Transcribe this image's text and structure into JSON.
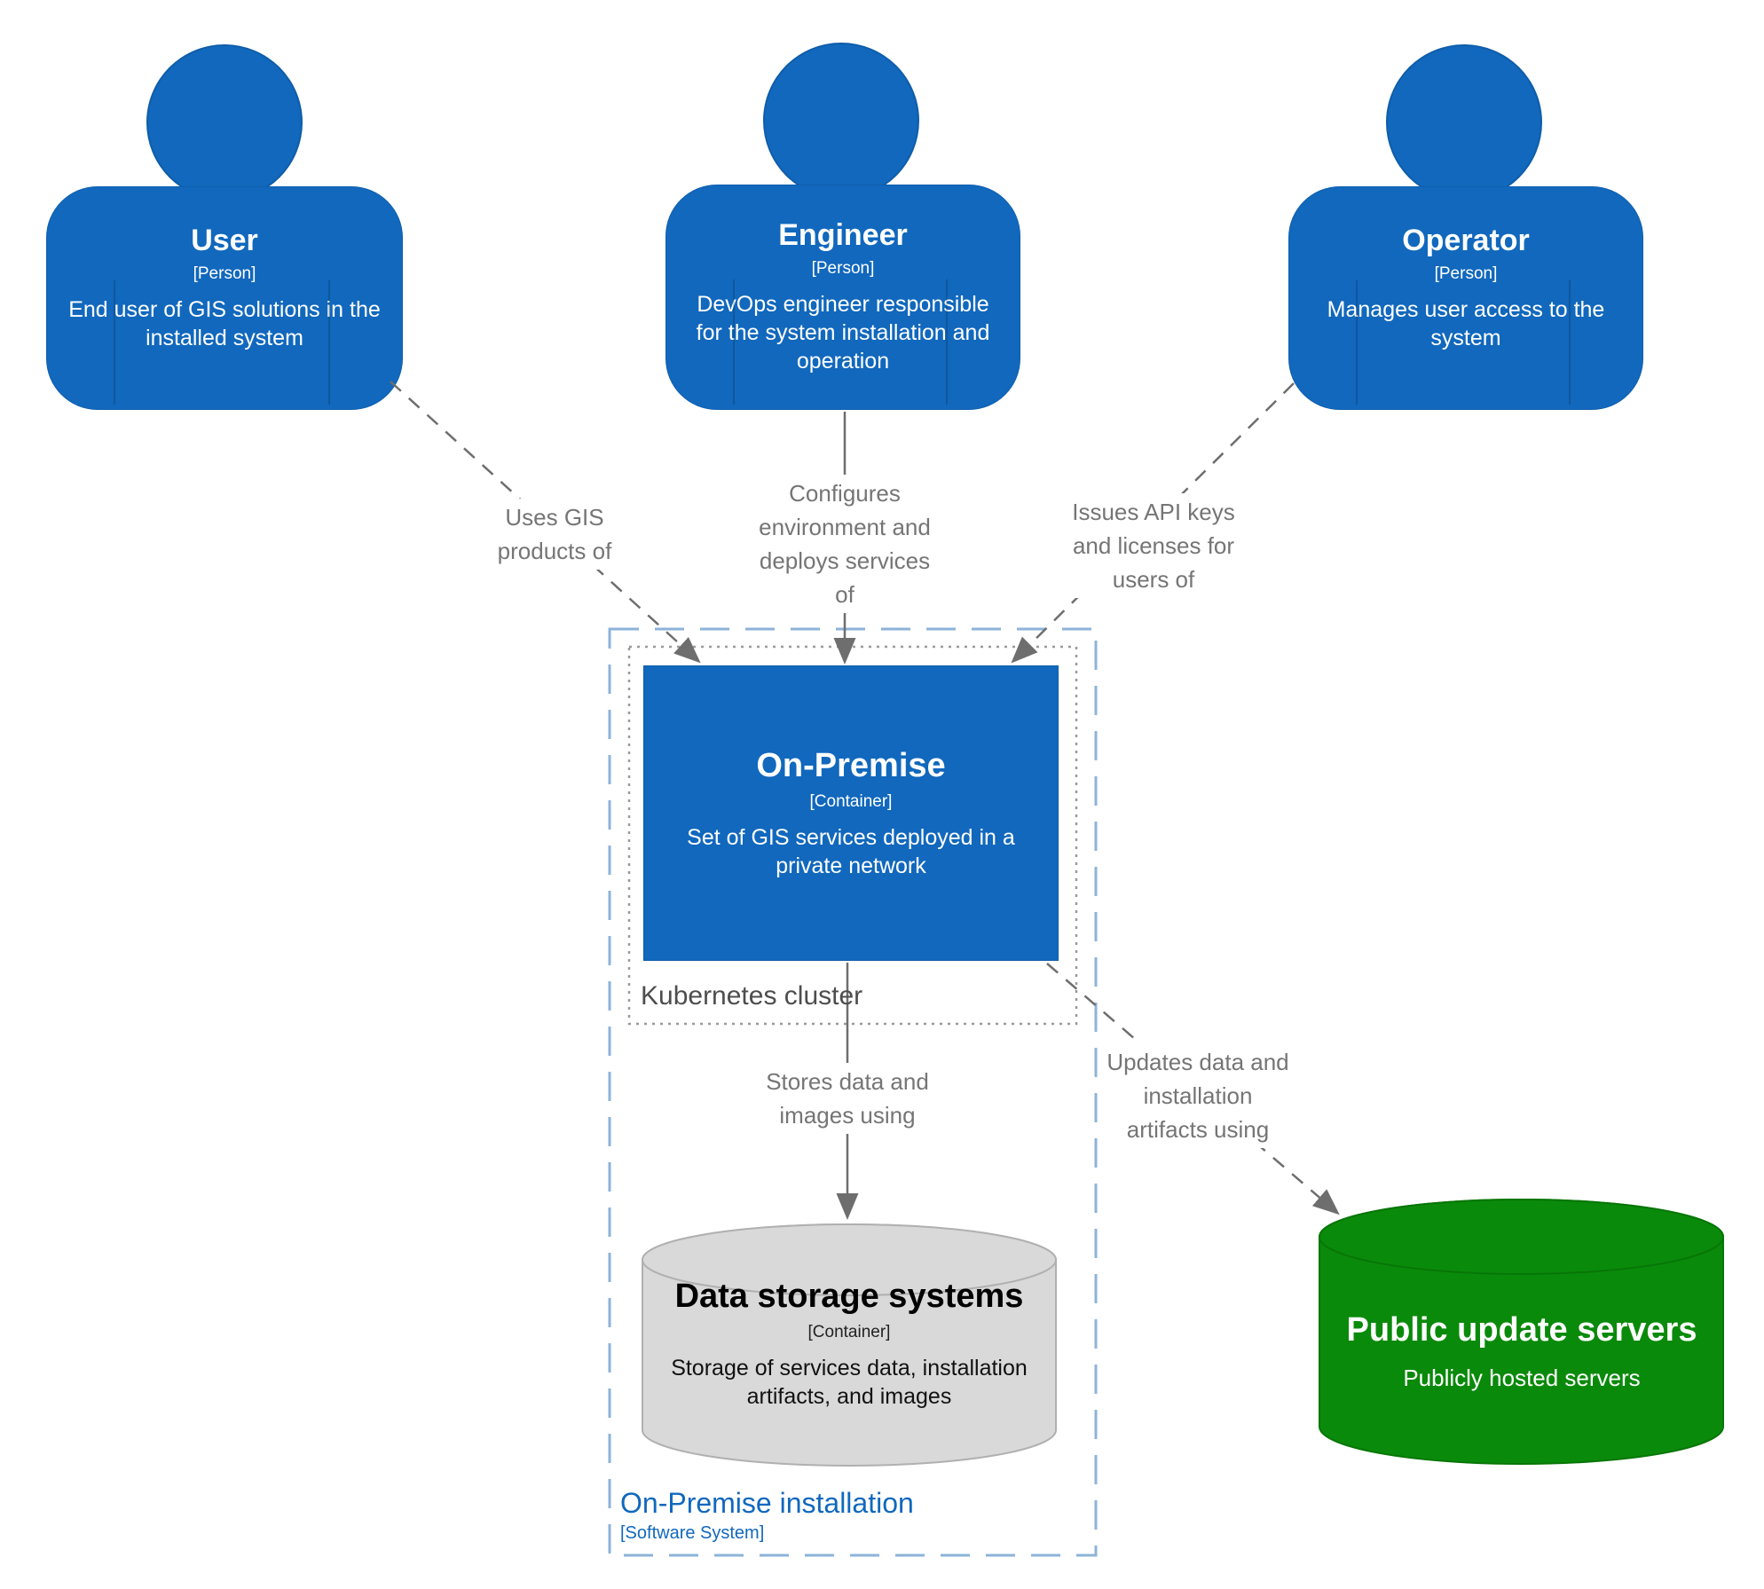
{
  "diagram": {
    "actors": [
      {
        "name": "User",
        "meta": "[Person]",
        "description": "End user of GIS solutions in the\ninstalled system"
      },
      {
        "name": "Engineer",
        "meta": "[Person]",
        "description": "DevOps engineer responsible\nfor the system installation and\noperation"
      },
      {
        "name": "Operator",
        "meta": "[Person]",
        "description": "Manages user access to the\nsystem"
      }
    ],
    "nodes": {
      "on_premise": {
        "name": "On-Premise",
        "meta": "[Container]",
        "description": "Set of GIS services deployed in a\nprivate network"
      },
      "data_storage": {
        "name": "Data storage systems",
        "meta": "[Container]",
        "description": "Storage of services data, installation\nartifacts, and images"
      },
      "public_update_servers": {
        "name": "Public update servers",
        "description": "Publicly hosted servers"
      }
    },
    "boundaries": {
      "kubernetes_cluster": {
        "label": "Kubernetes cluster"
      },
      "software_system": {
        "label": "On-Premise installation",
        "meta": "[Software System]"
      }
    },
    "relationships": {
      "user_uses": {
        "label": "Uses GIS\nproducts of"
      },
      "engineer_configures": {
        "label": "Configures\nenvironment and\ndeploys services\nof"
      },
      "operator_issues": {
        "label": "Issues API keys\nand licenses for\nusers of"
      },
      "stores_data": {
        "label": "Stores data and\nimages using"
      },
      "updates_data": {
        "label": "Updates data and\ninstallation\nartifacts using"
      }
    }
  },
  "colors": {
    "person_fill": "#1168bd",
    "container_fill": "#1168bd",
    "storage_fill": "#d9d9d9",
    "storage_stroke": "#b0b0b0",
    "green_fill": "#0a8a0a",
    "green_stroke": "#077607",
    "boundary_blue": "#8db3d9",
    "boundary_gray": "#9a9a9a",
    "line_gray": "#6e6e6e",
    "label_gray": "#757575",
    "boundary_label_blue": "#1168bd",
    "k8s_label_gray": "#4d4d4d"
  }
}
